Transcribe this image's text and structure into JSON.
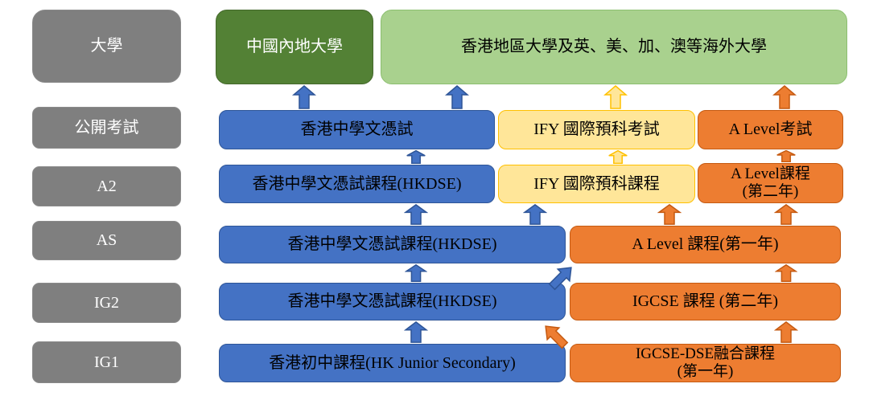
{
  "sidebar": {
    "items": [
      {
        "label": "大學"
      },
      {
        "label": "公開考試"
      },
      {
        "label": "A2"
      },
      {
        "label": "AS"
      },
      {
        "label": "IG2"
      },
      {
        "label": "IG1"
      }
    ]
  },
  "boxes": {
    "mainland_university": {
      "label": "中國內地大學"
    },
    "overseas_university": {
      "label": "香港地區大學及英、美、加、澳等海外大學"
    },
    "hkdse_exam": {
      "label": "香港中學文憑試"
    },
    "ify_exam": {
      "label": "IFY 國際預科考試"
    },
    "alevel_exam": {
      "label": "A Level考試"
    },
    "hkdse_course_a2": {
      "label": "香港中學文憑試課程(HKDSE)"
    },
    "ify_course": {
      "label": "IFY 國際預科課程"
    },
    "alevel_course_y2": {
      "label": "A Level課程",
      "label2": "(第二年)"
    },
    "hkdse_course_as": {
      "label": "香港中學文憑試課程(HKDSE)"
    },
    "alevel_course_y1": {
      "label": "A Level 課程(第一年)"
    },
    "hkdse_course_ig2": {
      "label": "香港中學文憑試課程(HKDSE)"
    },
    "igcse_course_y2": {
      "label": "IGCSE 課程 (第二年)"
    },
    "hk_junior_secondary": {
      "label": "香港初中課程(HK Junior Secondary)"
    },
    "igcse_dse_fusion_y1": {
      "label": "IGCSE-DSE融合課程",
      "label2": "(第一年)"
    }
  },
  "connections": [
    {
      "from": "hkdse_exam",
      "to": "mainland_university",
      "color": "blue"
    },
    {
      "from": "hkdse_exam",
      "to": "overseas_university",
      "color": "blue"
    },
    {
      "from": "ify_exam",
      "to": "overseas_university",
      "color": "yellow"
    },
    {
      "from": "alevel_exam",
      "to": "overseas_university",
      "color": "orange"
    },
    {
      "from": "hkdse_course_a2",
      "to": "hkdse_exam",
      "color": "blue"
    },
    {
      "from": "ify_course",
      "to": "ify_exam",
      "color": "yellow"
    },
    {
      "from": "alevel_course_y2",
      "to": "alevel_exam",
      "color": "orange"
    },
    {
      "from": "hkdse_course_as",
      "to": "hkdse_course_a2",
      "color": "blue"
    },
    {
      "from": "hkdse_course_as",
      "to": "ify_course",
      "color": "blue"
    },
    {
      "from": "alevel_course_y1",
      "to": "ify_course",
      "color": "orange"
    },
    {
      "from": "alevel_course_y1",
      "to": "alevel_course_y2",
      "color": "orange"
    },
    {
      "from": "hkdse_course_ig2",
      "to": "hkdse_course_as",
      "color": "blue"
    },
    {
      "from": "hkdse_course_ig2",
      "to": "alevel_course_y1",
      "color": "blue",
      "style": "diagonal"
    },
    {
      "from": "igcse_course_y2",
      "to": "alevel_course_y1",
      "color": "orange"
    },
    {
      "from": "hk_junior_secondary",
      "to": "hkdse_course_ig2",
      "color": "blue"
    },
    {
      "from": "igcse_dse_fusion_y1",
      "to": "hkdse_course_ig2",
      "color": "orange",
      "style": "diagonal"
    },
    {
      "from": "igcse_dse_fusion_y1",
      "to": "igcse_course_y2",
      "color": "orange"
    }
  ],
  "colors": {
    "blue": "#4472C4",
    "blue_border": "#2E5597",
    "orange": "#ED7D31",
    "orange_border": "#C55A11",
    "yellow": "#FFE699",
    "yellow_border": "#FFC000",
    "green_dark": "#538135",
    "green_light": "#A9D18E",
    "gray": "#7F7F7F",
    "background": "#FFFFFF"
  }
}
